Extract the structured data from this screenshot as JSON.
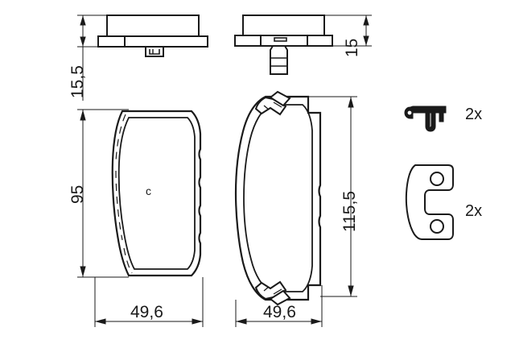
{
  "drawing": {
    "title": "Brake pad set technical drawing",
    "type": "engineering-dimension-drawing",
    "units": "mm",
    "line_color": "#1a1a1a",
    "background_color": "#ffffff"
  },
  "dimensions": {
    "left_pad_thickness": "15,5",
    "right_pad_thickness": "15",
    "left_pad_height": "95",
    "right_pad_height": "115,5",
    "left_pad_width": "49,6",
    "right_pad_width": "49,6"
  },
  "marks": {
    "left_pad_center_mark": "c"
  },
  "accessories": [
    {
      "name": "retaining-clip-spring",
      "quantity": "2x"
    },
    {
      "name": "mounting-shim-plate",
      "quantity": "2x"
    }
  ],
  "views": {
    "top_left": "left-pad-side-view",
    "top_right": "right-pad-side-view-with-sensor",
    "main_left": "left-pad-face-view",
    "main_right": "right-pad-face-view-with-clips"
  }
}
